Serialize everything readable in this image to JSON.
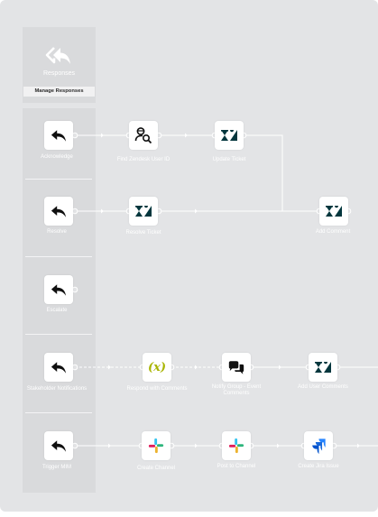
{
  "header": {
    "label": "Responses",
    "icon": "reply-all-icon",
    "manage_button": "Manage Responses"
  },
  "responses": [
    {
      "label": "Acknowledge",
      "icon": "reply-icon",
      "actions": [
        {
          "label": "Find Zendesk User ID",
          "icon": "user-search-icon"
        },
        {
          "label": "Update Ticket",
          "icon": "zendesk-icon"
        },
        {
          "label": "Add Comment",
          "icon": "zendesk-icon"
        }
      ]
    },
    {
      "label": "Resolve",
      "icon": "reply-icon",
      "actions": [
        {
          "label": "Resolve Ticket",
          "icon": "zendesk-icon"
        }
      ]
    },
    {
      "label": "Escalate",
      "icon": "reply-icon",
      "actions": []
    },
    {
      "label": "Stakeholder Notifications",
      "icon": "reply-icon",
      "actions": [
        {
          "label": "Respond with Comments",
          "icon": "variable-icon",
          "glyph": "(x)"
        },
        {
          "label": "Notify Group - Event Comments",
          "icon": "chat-bubbles-icon"
        },
        {
          "label": "Add User Comments",
          "icon": "zendesk-icon"
        }
      ]
    },
    {
      "label": "Trigger MIM",
      "icon": "reply-icon",
      "actions": [
        {
          "label": "Create Channel",
          "icon": "slack-icon"
        },
        {
          "label": "Post to Channel",
          "icon": "slack-icon"
        },
        {
          "label": "Create Jira Issue",
          "icon": "jira-icon"
        }
      ]
    }
  ],
  "colors": {
    "panel": "#e3e4e6",
    "lane": "#d9dadc",
    "connector": "#ffffff",
    "zendesk": "#03363d",
    "variable": "#a8b400",
    "jira": "#2684ff"
  }
}
